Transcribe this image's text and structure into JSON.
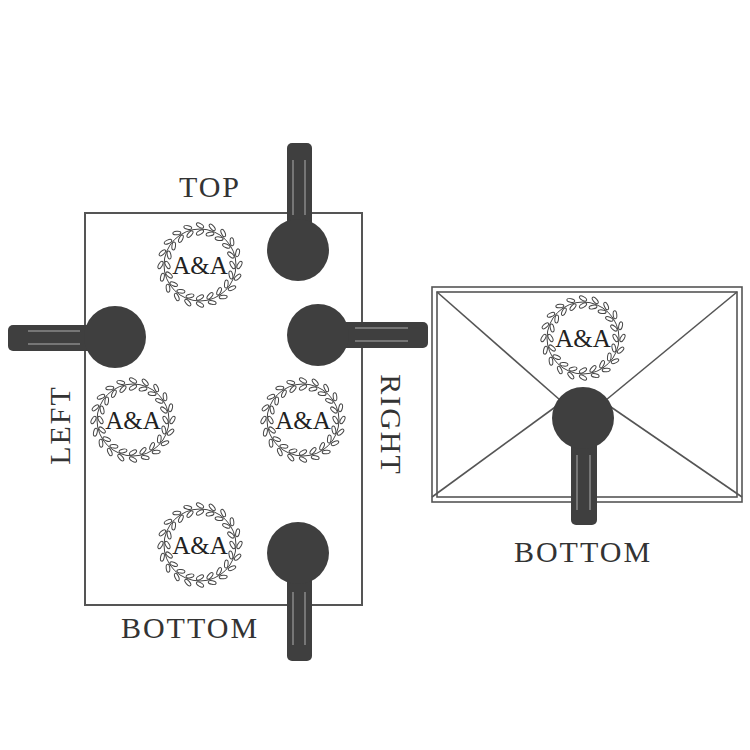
{
  "diagram": {
    "nodes": [
      {
        "text": [
          "A&A"
        ]
      },
      {
        "text": [
          "A&A"
        ]
      },
      {
        "text": [
          "A&A"
        ]
      },
      {
        "text": [
          "A&A"
        ]
      },
      {
        "text": [
          "A&A"
        ]
      }
    ],
    "labels": [
      "TOP",
      "LEFT",
      "RIGHT",
      "BOTTOM",
      "BOTTOM"
    ]
  }
}
